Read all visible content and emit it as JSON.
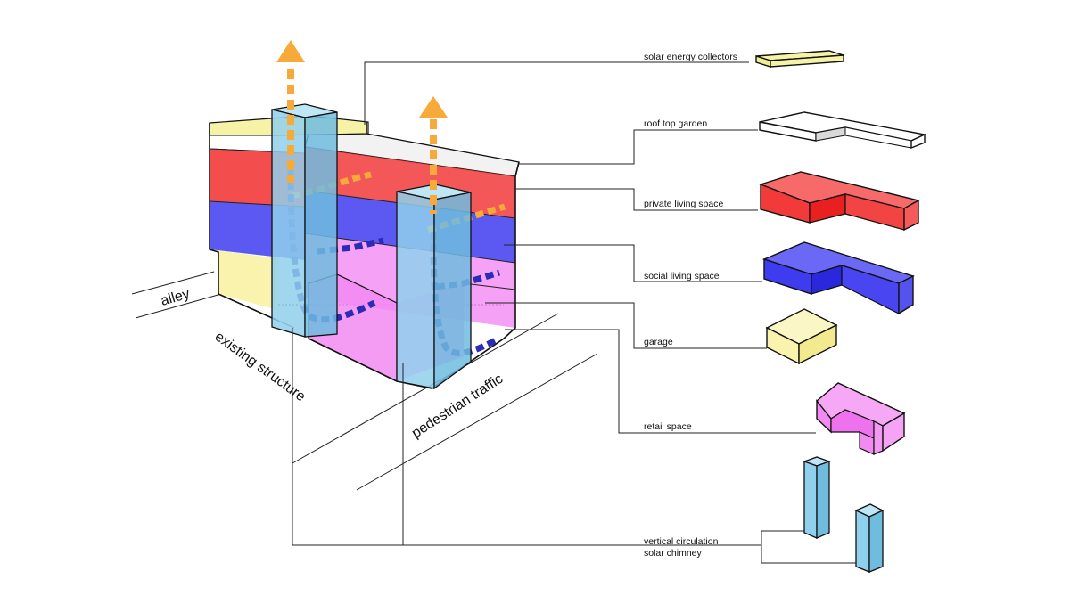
{
  "legend": {
    "solar_energy_collectors": "solar energy collectors",
    "roof_top_garden": "roof top garden",
    "private_living_space": "private living space",
    "social_living_space": "social living space",
    "garage": "garage",
    "retail_space": "retail space",
    "vertical_circulation": "vertical circulation",
    "solar_chimney": "solar chimney"
  },
  "site": {
    "alley": "alley",
    "existing_structure": "existing structure",
    "pedestrian_traffic": "pedestrian traffic"
  },
  "colors": {
    "solar": "#f6f3a6",
    "garden": "#ffffff",
    "private": "#f23a3a",
    "social": "#3f3cf0",
    "garage": "#f9f3ad",
    "retail": "#f28af2",
    "circulation": "#8fd0ec",
    "airflow_warm": "#f7a93a",
    "airflow_cool": "#3333cc"
  }
}
